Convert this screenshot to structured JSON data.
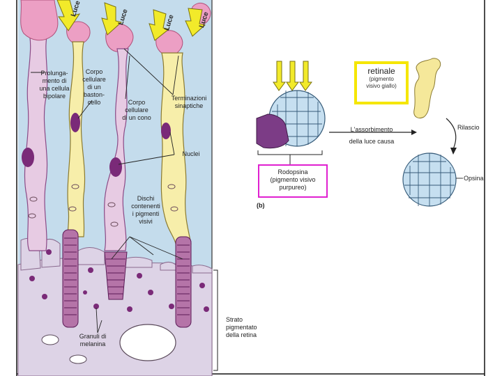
{
  "left_panel": {
    "light_arrows": [
      "Luce",
      "Luce",
      "Luce",
      "Luce"
    ],
    "labels": {
      "bipolar": "Prolunga-\nmento di\nuna cellula\nbipolare",
      "rod_body": "Corpo\ncellulare\ndi un\nbaston-\ncello",
      "cone_body": "Corpo\ncellulare\ndi un cono",
      "synaptic": "Terminazioni\nsinaptiche",
      "nuclei": "Nuclei",
      "disks": "Dischi\ncontenenti\ni pigmenti\nvisivi",
      "melanin": "Granuli di\nmelanina",
      "pigment_layer": "Strato\npigmentato\ndella retina"
    }
  },
  "right_panel": {
    "panel_label": "(b)",
    "retinal": {
      "title": "retinale",
      "subtitle": "(pigmento\nvisivo giallo)"
    },
    "rhodopsin": "Rodopsina\n(pigmento visivo\npurpureo)",
    "absorption": "L'assorbimento\ndella luce causa",
    "release": "Rilascio",
    "opsin": "Opsina"
  },
  "colors": {
    "background_blue": "#c4dcec",
    "rod_yellow": "#f7eeaa",
    "cone_pink": "#e7cbe3",
    "epithelium": "#ddd3e6",
    "pigment_granules": "#7a2a78",
    "arrow_yellow": "#f2ea2a",
    "callout_yellow": "#f5e600",
    "callout_magenta": "#e020d0"
  }
}
